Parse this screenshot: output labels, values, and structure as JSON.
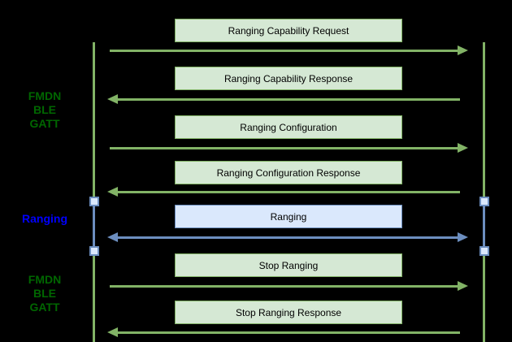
{
  "diagram_type": "sequence-diagram",
  "colors": {
    "background": "#000000",
    "green_fill": "#d5e8d4",
    "green_stroke": "#82b366",
    "blue_fill": "#dae8fc",
    "blue_stroke": "#6c8ebf",
    "label_green": "#006600",
    "label_blue": "#0000ff",
    "box_text": "#000000"
  },
  "sections": [
    {
      "label": "FMDN\nBLE\nGATT",
      "color": "green"
    },
    {
      "label": "Ranging",
      "color": "blue"
    },
    {
      "label": "FMDN\nBLE\nGATT",
      "color": "green"
    }
  ],
  "messages": [
    {
      "label": "Ranging Capability Request",
      "direction": "right",
      "color": "green"
    },
    {
      "label": "Ranging Capability Response",
      "direction": "left",
      "color": "green"
    },
    {
      "label": "Ranging Configuration",
      "direction": "right",
      "color": "green"
    },
    {
      "label": "Ranging Configuration Response",
      "direction": "left",
      "color": "green"
    },
    {
      "label": "Ranging",
      "direction": "both",
      "color": "blue"
    },
    {
      "label": "Stop Ranging",
      "direction": "right",
      "color": "green"
    },
    {
      "label": "Stop Ranging Response",
      "direction": "left",
      "color": "green"
    }
  ]
}
